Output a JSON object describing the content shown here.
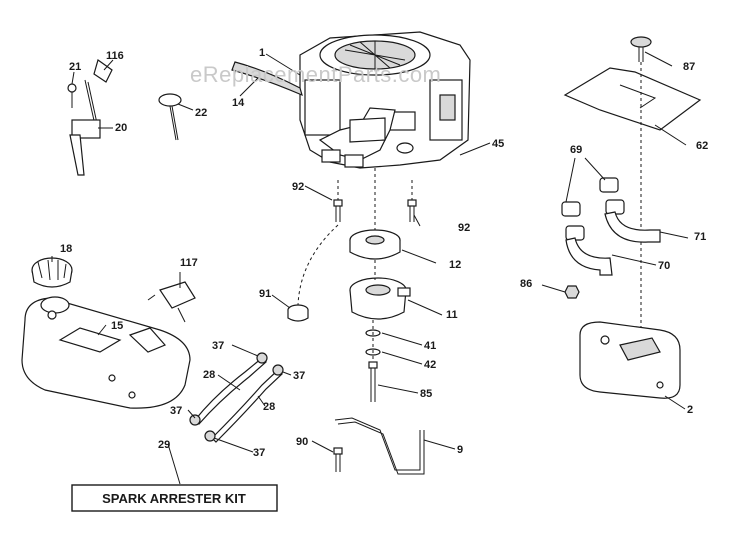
{
  "watermark": "eReplacementParts.com",
  "kit_label": "SPARK ARRESTER KIT",
  "callouts": {
    "c1": "1",
    "c116": "116",
    "c21": "21",
    "c14": "14",
    "c22": "22",
    "c20": "20",
    "c45": "45",
    "c87": "87",
    "c62": "62",
    "c69": "69",
    "c71": "71",
    "c70": "70",
    "c86": "86",
    "c92a": "92",
    "c92b": "92",
    "c12": "12",
    "c18": "18",
    "c117": "117",
    "c15": "15",
    "c91": "91",
    "c11": "11",
    "c41": "41",
    "c42": "42",
    "c85": "85",
    "c37a": "37",
    "c37b": "37",
    "c28a": "28",
    "c28b": "28",
    "c37c": "37",
    "c37d": "37",
    "c2": "2",
    "c29": "29",
    "c90": "90",
    "c9": "9"
  }
}
